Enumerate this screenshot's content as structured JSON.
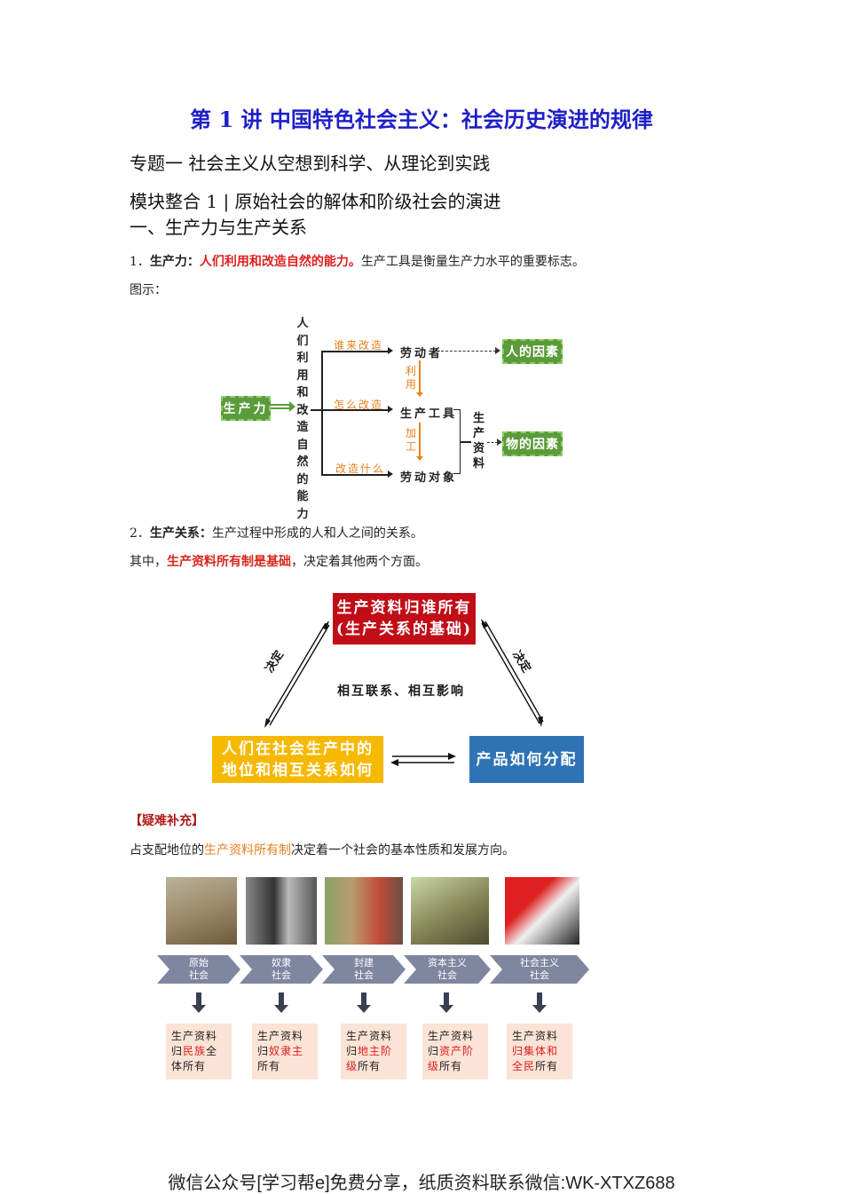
{
  "doc": {
    "title": "第 1 讲  中国特色社会主义：社会历史演进的规律",
    "topic": "专题一    社会主义从空想到科学、从理论到实践",
    "module": "模块整合 1 |  原始社会的解体和阶级社会的演进",
    "section": "一、生产力与生产关系",
    "p1": {
      "num": "1．",
      "term": "生产力：",
      "highlight": "人们利用和改造自然的能力。",
      "rest": "生产工具是衡量生产力水平的重要标志。"
    },
    "figure_label": "图示：",
    "p2": {
      "num": "2．",
      "term": "生产关系：",
      "rest": "生产过程中形成的人和人之间的关系。"
    },
    "p3": {
      "prefix": "其中，",
      "highlight": "生产资料所有制是基础",
      "rest": "，决定着其他两个方面。"
    },
    "supplement_label": "【疑难补充】",
    "p4": {
      "prefix": "占支配地位的",
      "highlight": "生产资料所有制",
      "rest": "决定着一个社会的基本性质和发展方向。"
    },
    "footer": "微信公众号[学习帮e]免费分享，纸质资料联系微信:WK-XTXZ688"
  },
  "diagram1": {
    "source": "生产力",
    "vertical": [
      "人",
      "们",
      "利",
      "用",
      "和",
      "改",
      "造",
      "自",
      "然",
      "的",
      "能",
      "力"
    ],
    "branches": [
      {
        "label": "谁来改造",
        "target": "劳动者"
      },
      {
        "label": "怎么改造",
        "target": "生产工具"
      },
      {
        "label": "改造什么",
        "target": "劳动对象"
      }
    ],
    "between_1": [
      "利",
      "用"
    ],
    "between_2": [
      "加",
      "工"
    ],
    "bracket": [
      "生",
      "产",
      "资",
      "料"
    ],
    "human_factor": "人的因素",
    "material_factor": "物的因素"
  },
  "diagram2": {
    "top_line1": "生产资料归谁所有",
    "top_line2": "(生产关系的基础)",
    "left_line1": "人们在社会生产中的",
    "left_line2": "地位和相互关系如何",
    "right": "产品如何分配",
    "center": "相互联系、相互影响",
    "decide_left": "决定",
    "decide_right": "决定",
    "colors": {
      "top": "#c00d17",
      "left": "#f7b800",
      "right": "#2e74b5"
    }
  },
  "timeline": {
    "stages": [
      {
        "l1": "原始",
        "l2": "社会",
        "own_a": "生产资料",
        "own_b": "归",
        "own_red": "民族",
        "own_c": "全体所有"
      },
      {
        "l1": "奴隶",
        "l2": "社会",
        "own_a": "生产资料",
        "own_b": "归",
        "own_red": "奴隶主",
        "own_c": "所有"
      },
      {
        "l1": "封建",
        "l2": "社会",
        "own_a": "生产资料",
        "own_b": "归",
        "own_red": "地主阶级",
        "own_c": "所有"
      },
      {
        "l1": "资本主义",
        "l2": "社会",
        "own_a": "生产资料",
        "own_b": "归",
        "own_red": "资产阶级",
        "own_c": "所有"
      },
      {
        "l1": "社会主义",
        "l2": "社会",
        "own_a": "生产资料",
        "own_b": "",
        "own_red": "归集体和全民",
        "own_c": "所有"
      }
    ]
  }
}
